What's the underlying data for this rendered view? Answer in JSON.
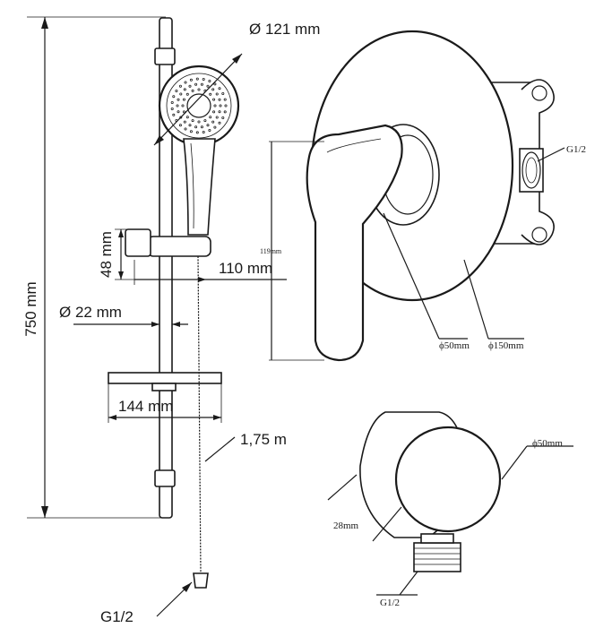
{
  "labels": {
    "head_diameter": "Ø 121 mm",
    "total_height": "750 mm",
    "holder_height": "48 mm",
    "holder_depth": "110 mm",
    "rail_diameter": "Ø 22 mm",
    "soap_width": "144 mm",
    "hose_length": "1,75 m",
    "hose_thread": "G1/2",
    "box_thread": "G1/2",
    "handle_height": "119mm",
    "knob_diameter": "ϕ50mm",
    "plate_diameter": "ϕ150mm",
    "elbow_diameter": "ϕ50mm",
    "elbow_depth": "28mm",
    "elbow_thread": "G1/2"
  },
  "colors": {
    "line": "#1a1a1a",
    "background": "#ffffff"
  }
}
